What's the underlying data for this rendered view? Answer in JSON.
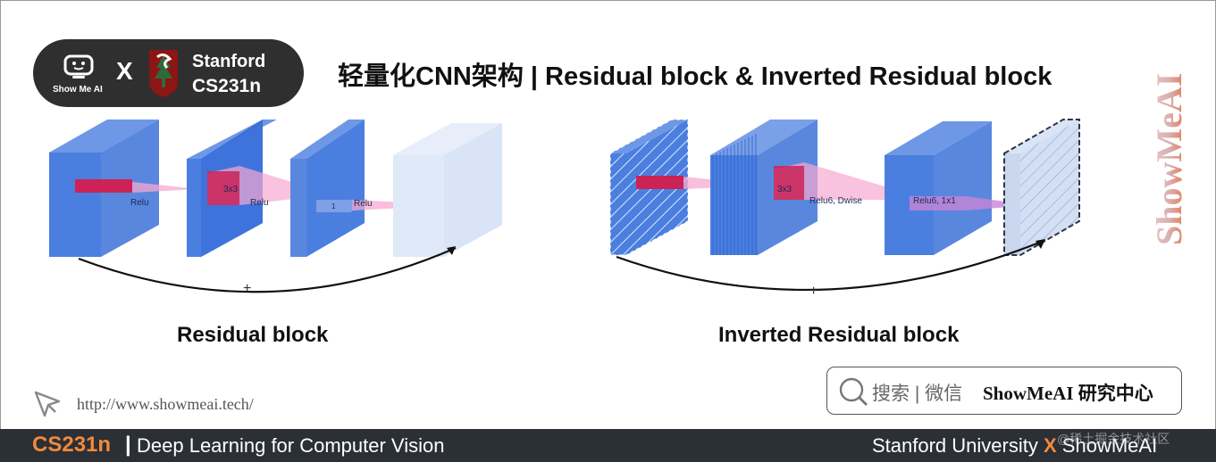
{
  "header": {
    "logo_text": "Show Me AI",
    "separator": "X",
    "university": "Stanford",
    "course": "CS231n",
    "title": "轻量化CNN架构 | Residual block & Inverted Residual block",
    "watermark": "ShowMeAI"
  },
  "diagram_left": {
    "labels": [
      "Relu",
      "3x3",
      "Relu",
      "1",
      "Relu"
    ],
    "plus": "+",
    "caption": "Residual block"
  },
  "diagram_right": {
    "labels": [
      "3x3",
      "Relu6, Dwise",
      "Relu6, 1x1"
    ],
    "plus": "+",
    "caption": "Inverted Residual block"
  },
  "bottom": {
    "url": "http://www.showmeai.tech/",
    "search_hint": "搜索 | 微信",
    "search_brand": "ShowMeAI 研究中心"
  },
  "footer": {
    "course_code": "CS231n",
    "divider": "|",
    "course_title": "Deep Learning for Computer Vision",
    "right_text_a": "Stanford University",
    "right_x": "X",
    "right_text_b": "ShowMeAI",
    "community": "@稀土掘金技术社区"
  },
  "colors": {
    "block_blue": "#4a7fe0",
    "block_blue_light": "#dfe9f8",
    "kernel_red": "#cc2255",
    "projection_pink": "#f7a8d0",
    "footer_bg": "#2b2f36",
    "accent_orange": "#f28a3c"
  }
}
